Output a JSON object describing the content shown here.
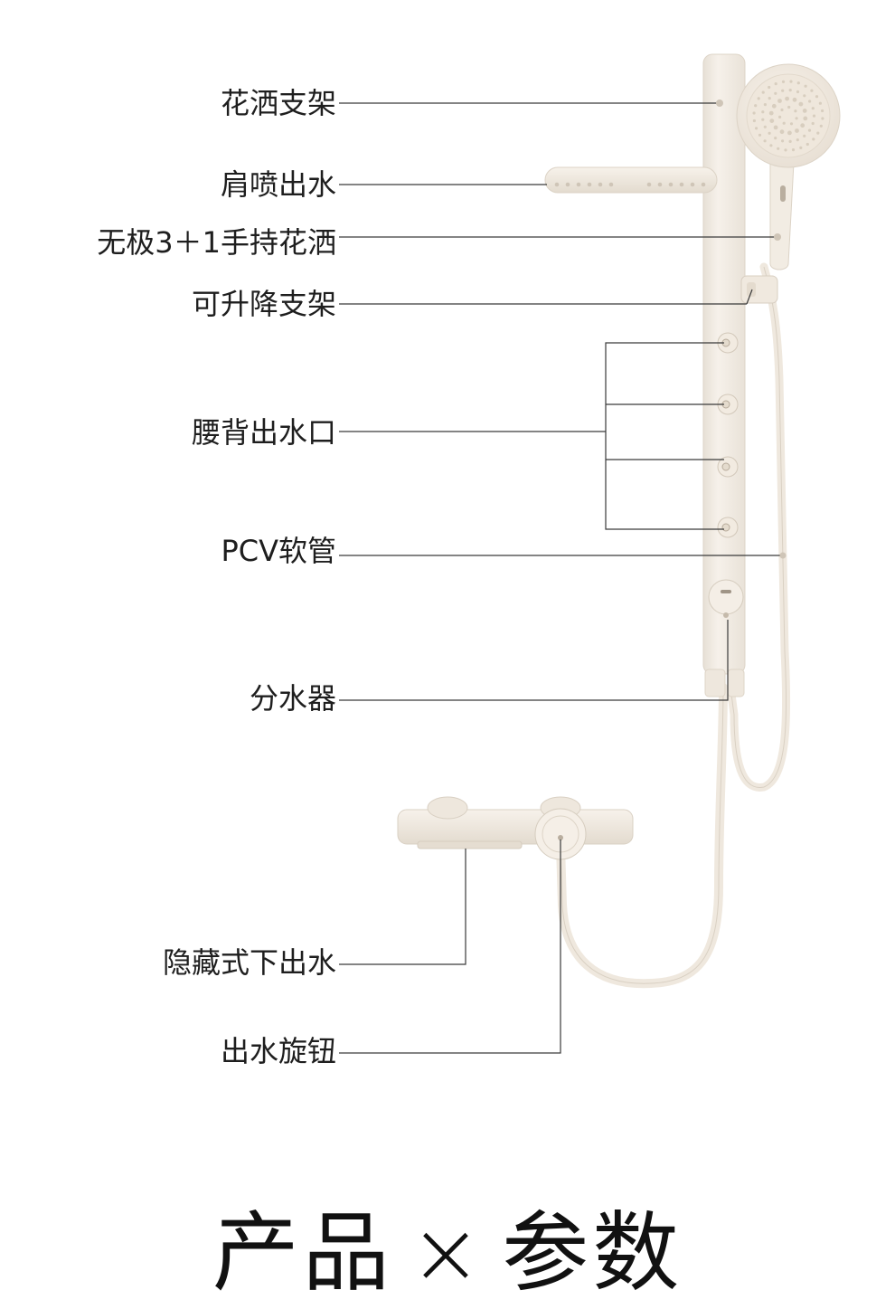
{
  "labels": {
    "shower_holder": "花洒支架",
    "shoulder_spray": "肩喷出水",
    "handheld_shower": "无极3＋1手持花洒",
    "lift_bracket": "可升降支架",
    "back_jets": "腰背出水口",
    "hose": "PCV软管",
    "diverter": "分水器",
    "hidden_outlet": "隐藏式下出水",
    "outlet_knob": "出水旋钮"
  },
  "footer": {
    "left": "产品",
    "sep": "×",
    "right": "参数"
  },
  "colors": {
    "product_body": "#f3ede4",
    "product_shadow": "#ded6ca",
    "leader_line": "#3a3a3a",
    "text": "#1e1e1e"
  }
}
